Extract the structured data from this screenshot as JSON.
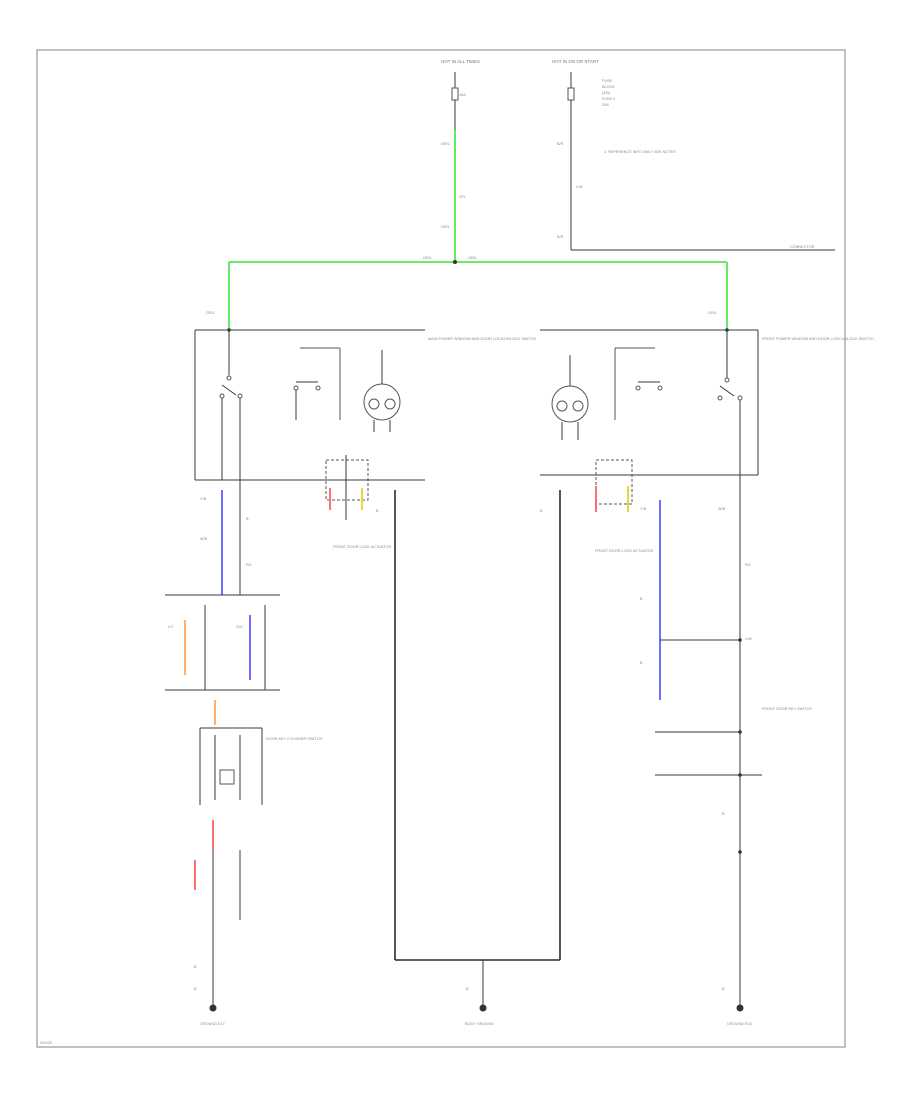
{
  "diagram": {
    "labels": {
      "hot_top_center": "HOT IN ALL TIMES",
      "hot_top_right": "HOT IN ON OR START",
      "fuse_notes": [
        "FUSE",
        "BLOCK",
        "(J/B)",
        "FUSE 2",
        "10A",
        "20A"
      ],
      "note_right": "1: REFERENCE INFO ONLY SEE NOTES",
      "ref_right": "CONNECTOR",
      "left_switch_assy": "MAIN POWER WINDOW AND DOOR LOCK/UNLOCK SWITCH",
      "right_switch_assy": "FRONT POWER WINDOW AND DOOR LOCK/UNLOCK SWITCH",
      "left_motor": "FRONT DOOR LOCK ACTUATOR",
      "right_motor": "FRONT DOOR LOCK ACTUATOR",
      "left_door_switch": "DOOR KEY CYLINDER SWITCH",
      "right_door_switch": "FRONT DOOR KEY SWITCH",
      "ground_left": "GROUND E17",
      "ground_center": "BODY GROUND",
      "ground_right": "GROUND E43",
      "corner_id": "W1025"
    },
    "wire_codes": [
      "GR/L",
      "B/R",
      "L/W",
      "G/Y",
      "Y/B",
      "B",
      "W/B",
      "R/L",
      "L/Y",
      "G/O"
    ],
    "colors": {
      "power_feed": "#39e639",
      "signal_blue": "#7070ff",
      "signal_red": "#ff7070",
      "signal_orange": "#ffb070",
      "signal_yellow": "#e6d640",
      "wire_black": "#2a2a2a"
    }
  }
}
